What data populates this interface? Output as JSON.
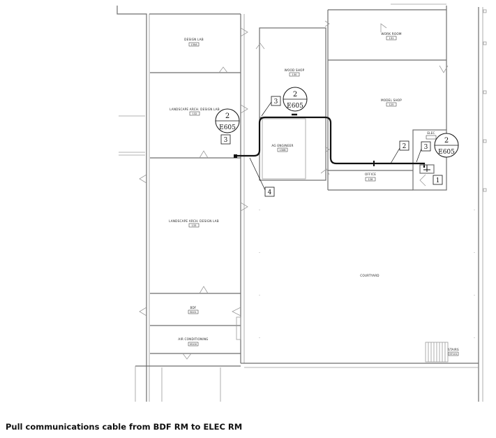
{
  "caption": "Pull communications cable from BDF RM  to ELEC RM",
  "rooms": {
    "design_lab": {
      "name": "DESIGN LAB",
      "number": "130A"
    },
    "wood_shop": {
      "name": "WOOD SHOP",
      "number": "130"
    },
    "work_room": {
      "name": "WORK ROOM",
      "number": "131"
    },
    "landscape_top": {
      "name": "LANDSCAPE ARCH. DESIGN LAB",
      "number": "132"
    },
    "model_shop": {
      "name": "MODEL SHOP",
      "number": "125"
    },
    "ag_engineer": {
      "name": "AG ENGINEER",
      "number": "130B"
    },
    "elec_rm": {
      "name": "ELEC",
      "number": ""
    },
    "office": {
      "name": "OFFICE",
      "number": "128"
    },
    "landscape_bottom": {
      "name": "LANDSCAPE ARCH. DESIGN LAB",
      "number": "133"
    },
    "courtyard": {
      "name": "COURTYARD",
      "number": ""
    },
    "bdf": {
      "name": "BDF",
      "number": "B101"
    },
    "air_cond": {
      "name": "AIR CONDITIONING",
      "number": "M100"
    },
    "stairs": {
      "name": "STAIRS",
      "number": "ST101"
    }
  },
  "detail_bubbles": [
    {
      "number": "2",
      "sheet": "E605"
    },
    {
      "number": "2",
      "sheet": "E605"
    },
    {
      "number": "2",
      "sheet": "E605"
    }
  ],
  "keynote_tags": [
    "3",
    "3",
    "4",
    "2",
    "3",
    "1"
  ]
}
